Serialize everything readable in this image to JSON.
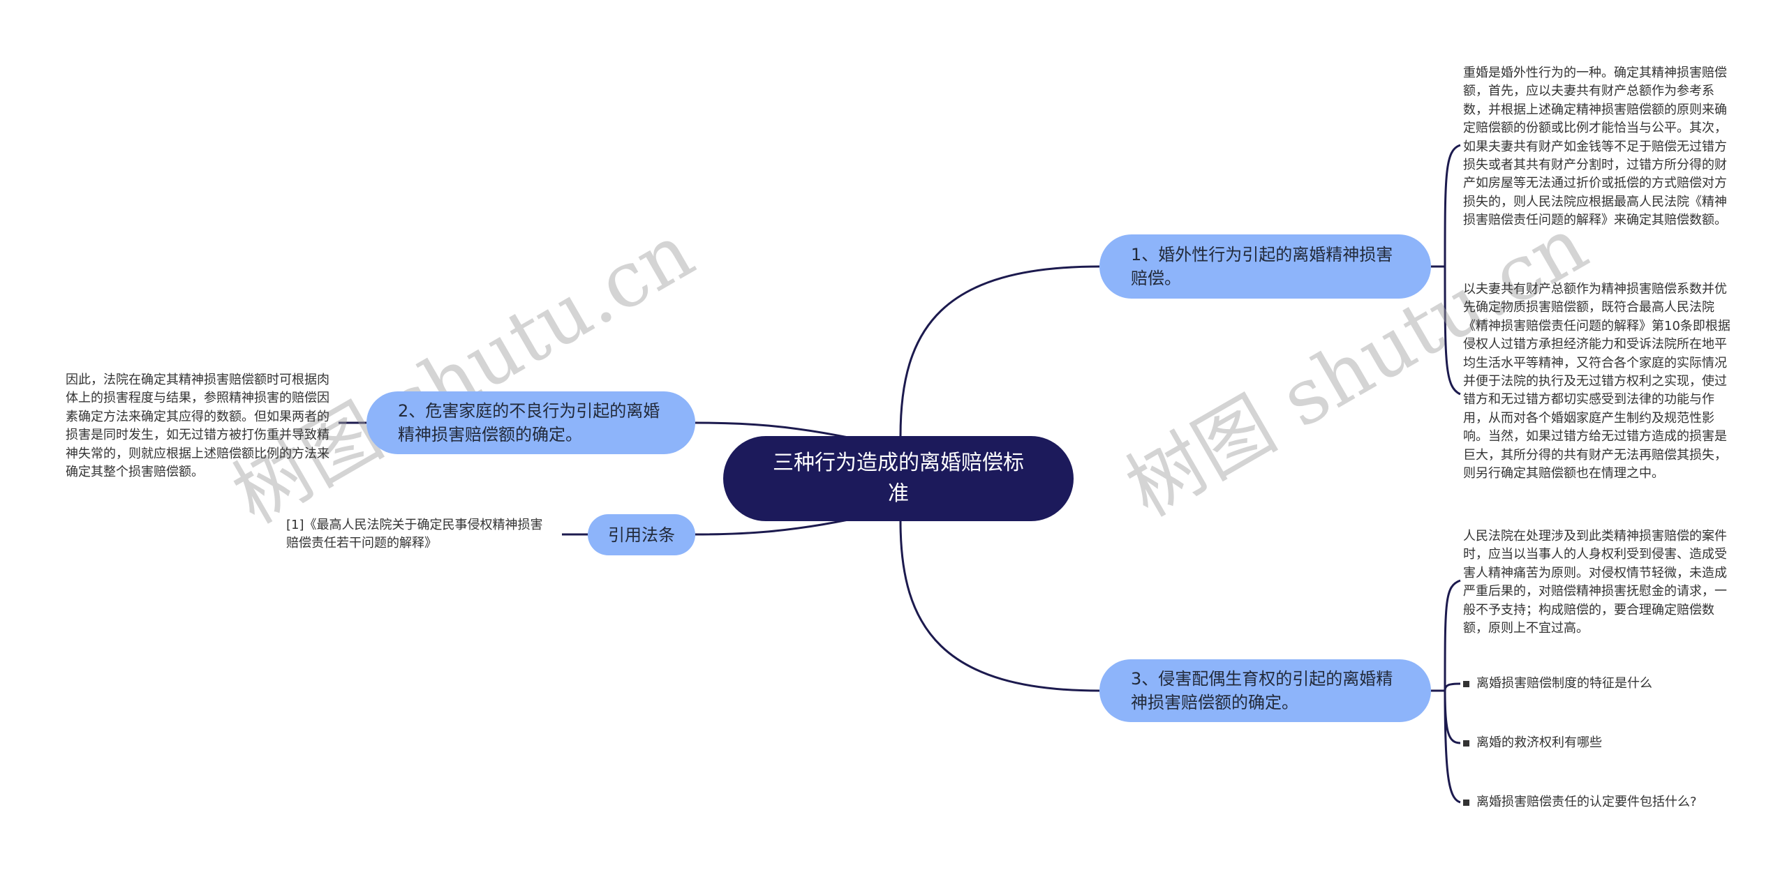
{
  "root": {
    "label": "三种行为造成的离婚赔偿标准"
  },
  "branches": [
    {
      "label": "1、婚外性行为引起的离婚精神损害赔偿。",
      "children": [
        "重婚是婚外性行为的一种。确定其精神损害赔偿额，首先，应以夫妻共有财产总额作为参考系数，并根据上述确定精神损害赔偿额的原则来确定赔偿额的份额或比例才能恰当与公平。其次，如果夫妻共有财产如金钱等不足于赔偿无过错方损失或者其共有财产分割时，过错方所分得的财产如房屋等无法通过折价或抵偿的方式赔偿对方损失的，则人民法院应根据最高人民法院《精神损害赔偿责任问题的解释》来确定其赔偿数额。",
        "以夫妻共有财产总额作为精神损害赔偿系数并优先确定物质损害赔偿额，既符合最高人民法院《精神损害赔偿责任问题的解释》第10条即根据侵权人过错方承担经济能力和受诉法院所在地平均生活水平等精神，又符合各个家庭的实际情况并便于法院的执行及无过错方权利之实现，使过错方和无过错方都切实感受到法律的功能与作用，从而对各个婚姻家庭产生制约及规范性影响。当然，如果过错方给无过错方造成的损害是巨大，其所分得的共有财产无法再赔偿其损失，则另行确定其赔偿额也在情理之中。"
      ]
    },
    {
      "label": "2、危害家庭的不良行为引起的离婚精神损害赔偿额的确定。",
      "children": [
        "因此，法院在确定其精神损害赔偿额时可根据肉体上的损害程度与结果，参照精神损害的赔偿因素确定方法来确定其应得的数额。但如果两者的损害是同时发生，如无过错方被打伤重并导致精神失常的，则就应根据上述赔偿额比例的方法来确定其整个损害赔偿额。"
      ]
    },
    {
      "label": "3、侵害配偶生育权的引起的离婚精神损害赔偿额的确定。",
      "children": [
        "人民法院在处理涉及到此类精神损害赔偿的案件时，应当以当事人的人身权利受到侵害、造成受害人精神痛苦为原则。对侵权情节轻微，未造成严重后果的，对赔偿精神损害抚慰金的请求，一般不予支持；构成赔偿的，要合理确定赔偿数额，原则上不宜过高。"
      ],
      "links": [
        "离婚损害赔偿制度的特征是什么",
        "离婚的救济权利有哪些",
        "离婚损害赔偿责任的认定要件包括什么?"
      ]
    },
    {
      "label": "引用法条",
      "children": [
        "[1]《最高人民法院关于确定民事侵权精神损害赔偿责任若干问题的解释》"
      ]
    }
  ],
  "watermark": {
    "text": "树图 shutu.cn"
  },
  "colors": {
    "root_bg": "#1c1a5b",
    "branch_bg": "#8db4fa",
    "line": "#1c1a4e",
    "text": "#333333"
  }
}
